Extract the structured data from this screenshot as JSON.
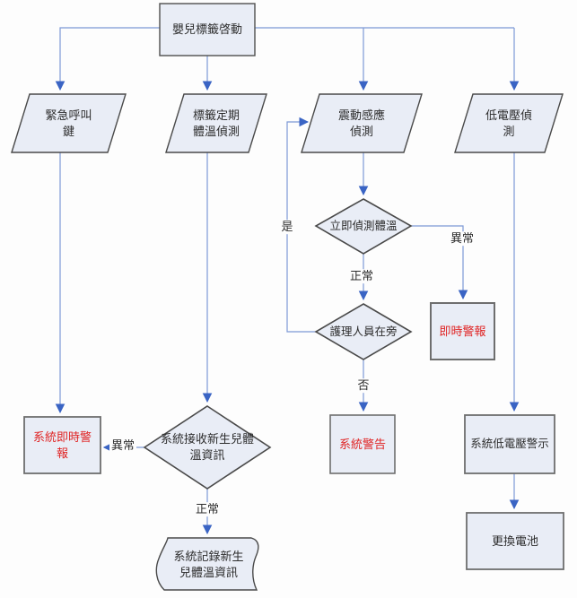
{
  "colors": {
    "background": "#fdfdfd",
    "node_fill": "#e9edf6",
    "node_border": "#4f4f4f",
    "box_border": "#6e6e6e",
    "connector": "#7d99d6",
    "arrowhead": "#3a64c4",
    "text": "#2d2d2d",
    "alert_text": "#e02525"
  },
  "nodes": {
    "start": {
      "label": "嬰兒標籤啓動",
      "shape": "rectangle"
    },
    "emergency_call": {
      "label": "緊急呼叫\n鍵",
      "shape": "parallelogram"
    },
    "periodic_temp": {
      "label": "標籤定期\n體溫偵測",
      "shape": "parallelogram"
    },
    "vibration_detect": {
      "label": "震動感應\n偵測",
      "shape": "parallelogram"
    },
    "low_voltage_detect": {
      "label": "低電壓偵\n測",
      "shape": "parallelogram"
    },
    "immediate_temp_check": {
      "label": "立即偵測體溫",
      "shape": "diamond"
    },
    "instant_alarm": {
      "label": "即時警報",
      "shape": "rectangle",
      "alert": true
    },
    "nurse_present": {
      "label": "護理人員在旁",
      "shape": "diamond"
    },
    "system_warning": {
      "label": "系統警告",
      "shape": "rectangle",
      "alert": true
    },
    "system_instant_alarm": {
      "label": "系統即時警\n報",
      "shape": "rectangle",
      "alert": true
    },
    "system_receive_temp": {
      "label": "系統接收新生兒體\n溫資訊",
      "shape": "diamond"
    },
    "system_record_temp": {
      "label": "系統記錄新生\n兒體溫資訊",
      "shape": "document"
    },
    "system_low_voltage_alert": {
      "label": "系統低電壓警示",
      "shape": "rectangle"
    },
    "replace_battery": {
      "label": "更換電池",
      "shape": "rectangle"
    }
  },
  "edge_labels": {
    "yes": "是",
    "normal_temp": "正常",
    "abnormal_temp": "異常",
    "no": "否",
    "abnormal_recv": "異常",
    "normal_recv": "正常"
  }
}
